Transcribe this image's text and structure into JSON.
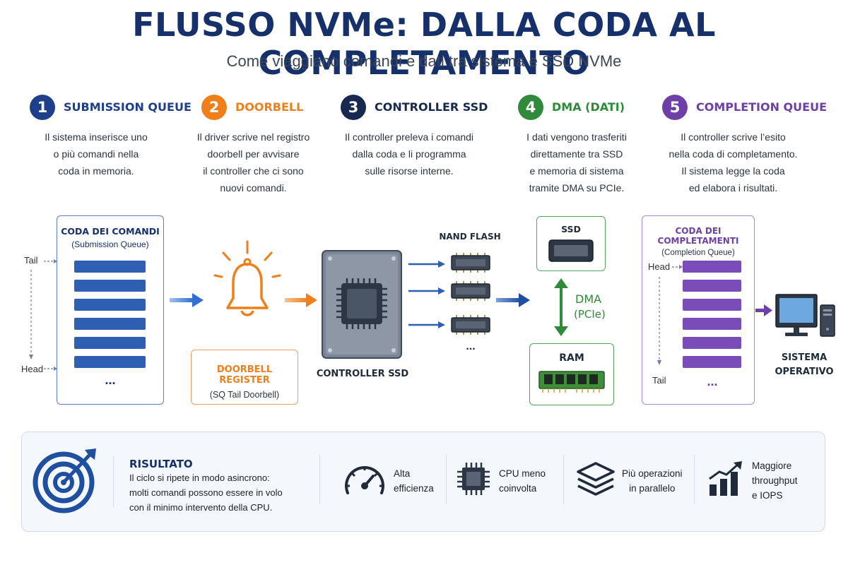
{
  "header": {
    "title": "FLUSSO NVMe: DALLA CODA AL COMPLETAMENTO",
    "subtitle": "Come viaggiano comandi e dati tra sistema e SSD NVMe"
  },
  "colors": {
    "step1": "#1f3f8a",
    "step2": "#f07f1a",
    "step3": "#18284f",
    "step4": "#2f8a3a",
    "step5": "#6e3fa8",
    "queue_bar": "#2f5fb3",
    "completion_bar": "#7a4cb8"
  },
  "steps": [
    {
      "num": "1",
      "title": "SUBMISSION QUEUE",
      "desc": [
        "Il sistema inserisce uno",
        "o più comandi nella",
        "coda in memoria."
      ]
    },
    {
      "num": "2",
      "title": "DOORBELL",
      "desc": [
        "Il driver scrive nel registro",
        "doorbell per avvisare",
        "il controller che ci sono",
        "nuovi comandi."
      ]
    },
    {
      "num": "3",
      "title": "CONTROLLER SSD",
      "desc": [
        "Il controller preleva i comandi",
        "dalla coda e li programma",
        "sulle risorse interne."
      ]
    },
    {
      "num": "4",
      "title": "DMA (DATI)",
      "desc": [
        "I dati vengono trasferiti",
        "direttamente tra SSD",
        "e memoria di sistema",
        "tramite DMA su PCIe."
      ]
    },
    {
      "num": "5",
      "title": "COMPLETION QUEUE",
      "desc": [
        "Il controller scrive l’esito",
        "nella coda di completamento.",
        "Il sistema legge la coda",
        "ed elabora i risultati."
      ]
    }
  ],
  "diagram": {
    "sq_title": "CODA DEI COMANDI",
    "sq_subtitle": "(Submission Queue)",
    "sq_tail": "Tail",
    "sq_head": "Head",
    "ellipsis": "...",
    "doorbell_title": "DOORBELL REGISTER",
    "doorbell_subtitle": "(SQ Tail Doorbell)",
    "controller_label": "CONTROLLER SSD",
    "nand_label": "NAND FLASH",
    "ssd_label": "SSD",
    "dma_label": "DMA",
    "dma_sub": "(PCIe)",
    "ram_label": "RAM",
    "cq_title": "CODA DEI COMPLETAMENTI",
    "cq_subtitle": "(Completion Queue)",
    "cq_head": "Head",
    "cq_tail": "Tail",
    "os_label_1": "SISTEMA",
    "os_label_2": "OPERATIVO"
  },
  "result": {
    "title": "RISULTATO",
    "text": [
      "Il ciclo si ripete in modo asincrono:",
      "molti comandi possono essere in volo",
      "con il minimo intervento della CPU."
    ],
    "features": [
      {
        "icon": "gauge-icon",
        "lines": [
          "Alta",
          "efficienza"
        ]
      },
      {
        "icon": "cpu-chip-icon",
        "lines": [
          "CPU meno",
          "coinvolta"
        ]
      },
      {
        "icon": "layers-icon",
        "lines": [
          "Più operazioni",
          "in parallelo"
        ]
      },
      {
        "icon": "growth-chart-icon",
        "lines": [
          "Maggiore",
          "throughput",
          "e IOPS"
        ]
      }
    ]
  }
}
